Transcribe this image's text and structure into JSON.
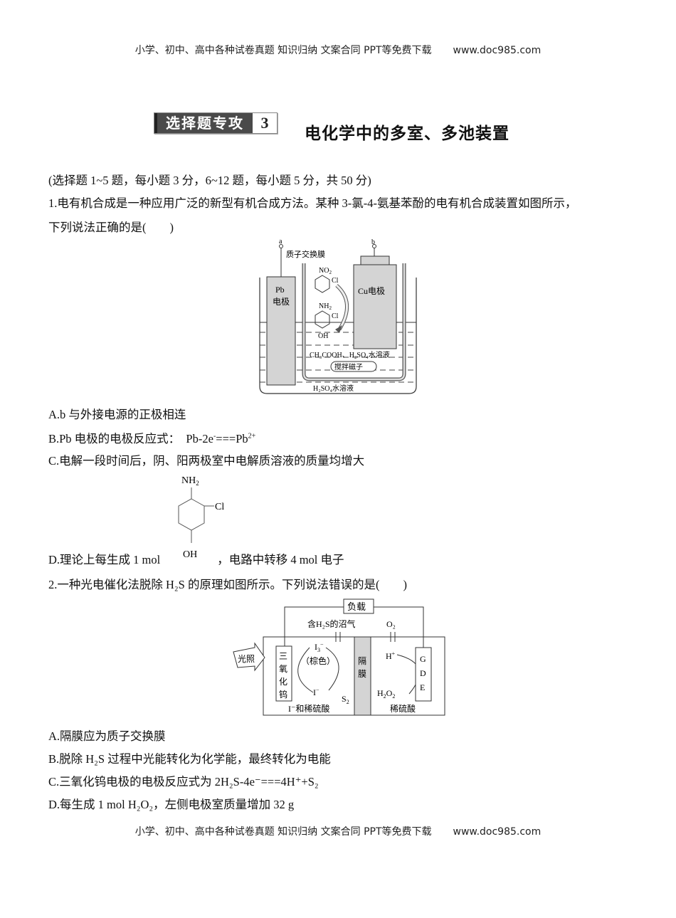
{
  "header": {
    "text": "小学、初中、高中各种试卷真题 知识归纳 文案合同 PPT等免费下载",
    "url": "www.doc985.com"
  },
  "footer": {
    "text": "小学、初中、高中各种试卷真题 知识归纳 文案合同 PPT等免费下载",
    "url": "www.doc985.com"
  },
  "banner": {
    "label": "选择题专攻",
    "number": "3"
  },
  "title": "电化学中的多室、多池装置",
  "instructions": "(选择题 1~5 题，每小题 3 分，6~12 题，每小题 5 分，共 50 分)",
  "q1": {
    "stem_line1": "1.电有机合成是一种应用广泛的新型有机合成方法。某种 3-氯-4-氨基苯酚的电有机合成装置如图所示，",
    "stem_line2": "下列说法正确的是(　　)",
    "figure": {
      "terminal_a": "a",
      "terminal_b": "b",
      "membrane_label": "质子交换膜",
      "pb_label1": "Pb",
      "pb_label2": "电极",
      "cu_label": "Cu电极",
      "reactant": "NO₂ / Cl benzene",
      "product": "NH₂ / Cl / OH",
      "inner_solution": "CH₃COOH、H₂SO₄水溶液",
      "stirrer": "搅拌磁子",
      "outer_solution": "H₂SO₄水溶液"
    },
    "options": {
      "A": "A.b 与外接电源的正极相连",
      "B_prefix": "B.Pb 电极的电极反应式：　Pb-2e",
      "B_suffix": "===Pb",
      "C": "C.电解一段时间后，阴、阳两极室中电解质溶液的质量均增大",
      "D_prefix": "D.理论上每生成 1 mol",
      "D_suffix": "，电路中转移 4 mol 电子"
    }
  },
  "q2": {
    "stem": "2.一种光电催化法脱除 H₂S 的原理如图所示。下列说法错误的是(　　)",
    "figure": {
      "load": "负载",
      "gas_in": "含H₂S的沼气",
      "o2": "O₂",
      "light": "光照",
      "electrode_left": "三氧化钨",
      "i3": "I₃⁻",
      "brown": "（棕色）",
      "i_minus": "I⁻",
      "s2": "S₂",
      "membrane": "隔膜",
      "h_plus": "H⁺",
      "h2o2": "H₂O₂",
      "gde": "GDE",
      "left_solution": "I⁻和稀硫酸",
      "right_solution": "稀硫酸"
    },
    "options": {
      "A": "A.隔膜应为质子交换膜",
      "B": "B.脱除 H₂S 过程中光能转化为化学能，最终转化为电能",
      "C": "C.三氧化钨电极的电极反应式为 2H₂S-4e⁻===4H⁺+S₂",
      "D": "D.每生成 1 mol H₂O₂，左侧电极室质量增加 32 g"
    }
  }
}
